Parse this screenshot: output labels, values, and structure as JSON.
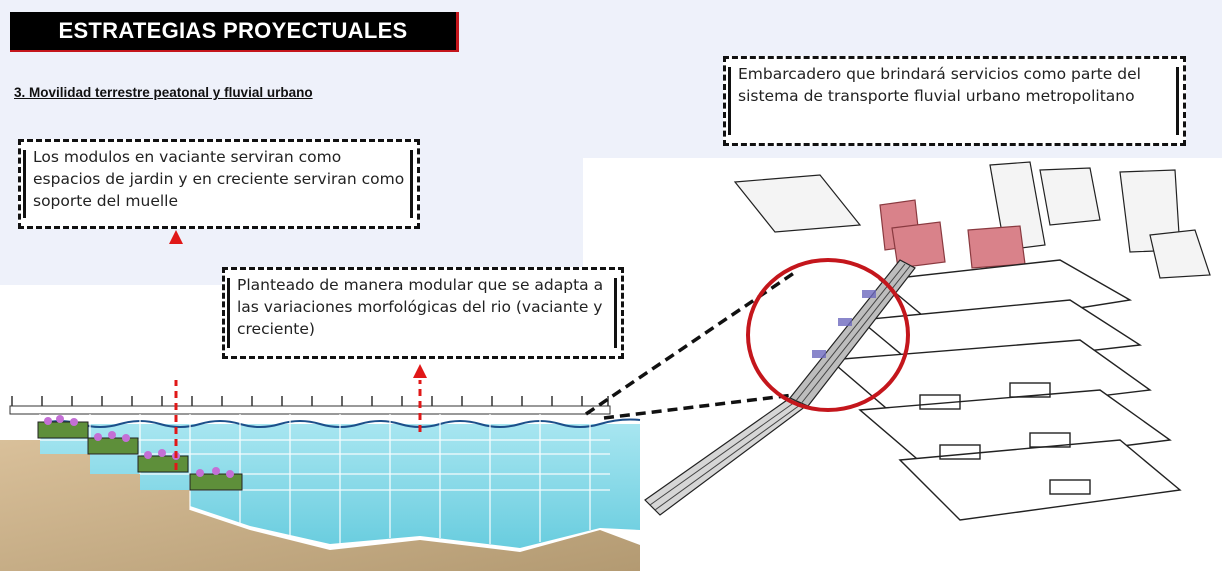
{
  "header": {
    "title": "ESTRATEGIAS PROYECTUALES",
    "subtitle": "3. Movilidad terrestre peatonal y fluvial urbano"
  },
  "notes": {
    "modules": "Los modulos en vaciante serviran como espacios de jardin y en creciente serviran como soporte del muelle",
    "modular": "Planteado de manera modular que se adapta a las variaciones morfológicas del rio (vaciante y creciente)",
    "dock": "Embarcadero que brindará servicios como parte del sistema de transporte fluvial urbano metropolitano"
  },
  "colors": {
    "title_bg": "#000000",
    "accent_red": "#c4161c",
    "water": "#7fd6e6",
    "soil": "#cdb48c",
    "building_pink": "#d9828a"
  },
  "icons": {
    "arrow_up": "dashed-red-arrow-up-icon",
    "highlight": "red-circle-highlight"
  }
}
